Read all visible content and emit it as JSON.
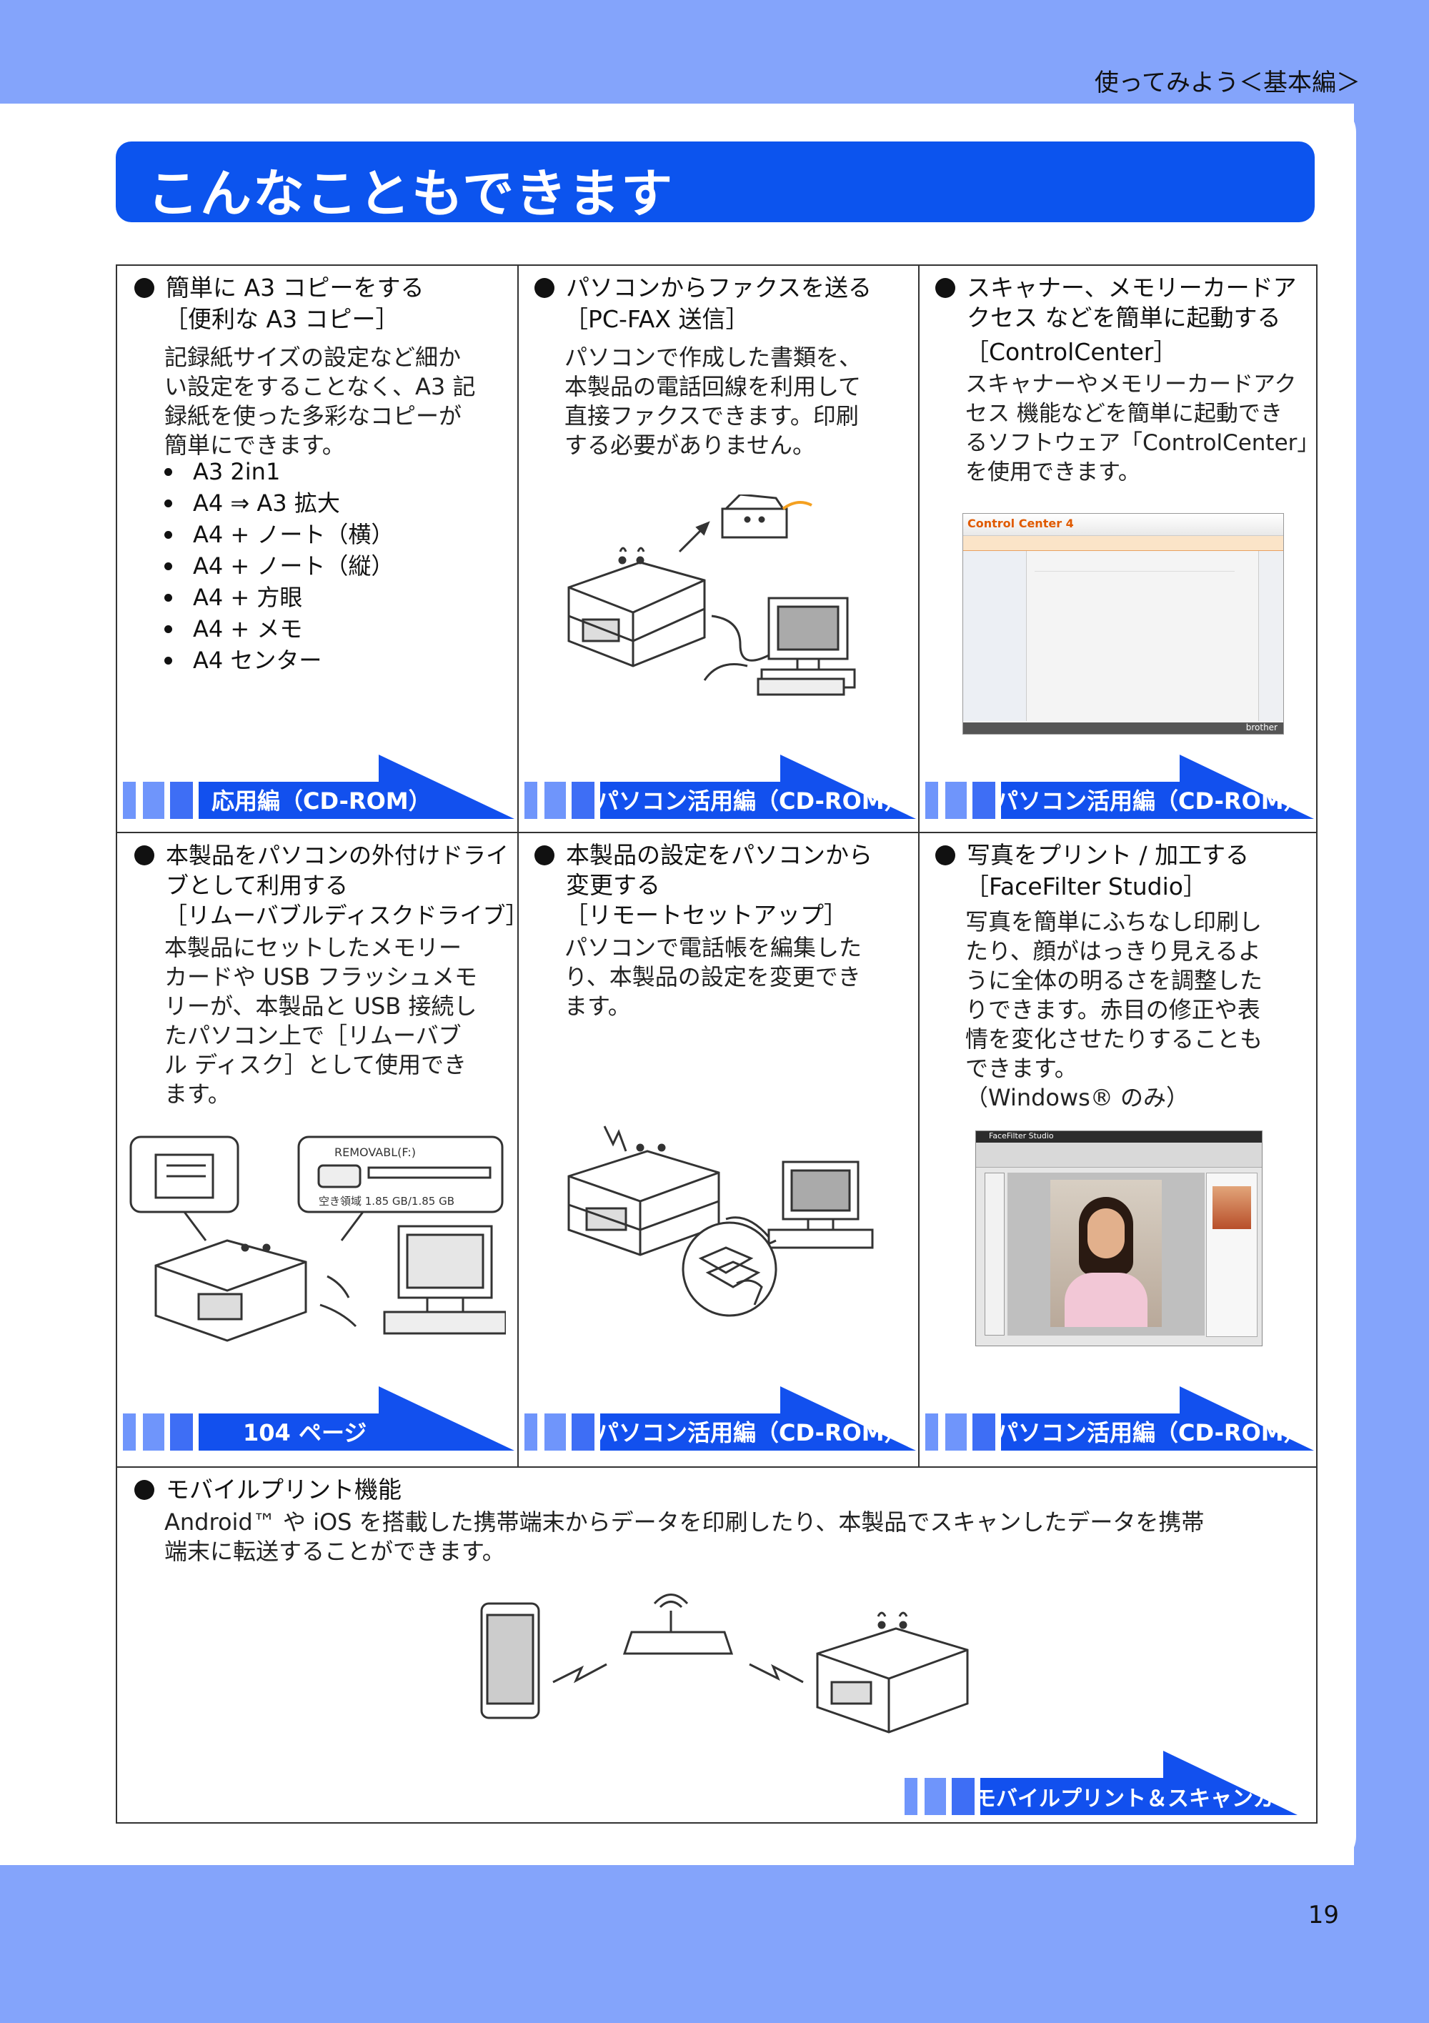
{
  "header": {
    "section": "使ってみよう＜基本編＞"
  },
  "title": "こんなこともできます",
  "page_number": "19",
  "cells": {
    "a3copy": {
      "title": "簡単に A3 コピーをする",
      "subtitle": "［便利な A3 コピー］",
      "body": [
        "記録紙サイズの設定など細か",
        "い設定をすることなく、A3 記",
        "録紙を使った多彩なコピーが",
        "簡単にできます。"
      ],
      "list": [
        "A3 2in1",
        "A4 ⇒ A3 拡大",
        "A4 + ノート（横）",
        "A4 + ノート（縦）",
        "A4 + 方眼",
        "A4 + メモ",
        "A4 センター"
      ],
      "ref": "応用編（CD-ROM）"
    },
    "pcfax": {
      "title": "パソコンからファクスを送る",
      "subtitle": "［PC-FAX 送信］",
      "body": [
        "パソコンで作成した書類を、",
        "本製品の電話回線を利用して",
        "直接ファクスできます。印刷",
        "する必要がありません。"
      ],
      "ref": "パソコン活用編（CD-ROM）"
    },
    "controlcenter": {
      "title": [
        "スキャナー、メモリーカードア",
        "クセス などを簡単に起動する"
      ],
      "subtitle": "［ControlCenter］",
      "body": [
        "スキャナーやメモリーカードアク",
        "セス 機能などを簡単に起動でき",
        "るソフトウェア「ControlCenter」",
        "を使用できます。"
      ],
      "screenshot": {
        "app_title": "Control Center 4",
        "brand": "brother"
      },
      "ref": "パソコン活用編（CD-ROM）"
    },
    "removable": {
      "title": [
        "本製品をパソコンの外付けドライ",
        "ブとして利用する"
      ],
      "subtitle": "［リムーバブルディスクドライブ］",
      "body": [
        "本製品にセットしたメモリー",
        "カードや USB フラッシュメモ",
        "リーが、本製品と USB 接続し",
        "たパソコン上で［リムーバブ",
        "ル ディスク］として使用でき",
        "ます。"
      ],
      "drive": {
        "name": "REMOVABL(F:)",
        "space": "空き領域 1.85 GB/1.85 GB"
      },
      "ref": "104 ページ"
    },
    "remotesetup": {
      "title": [
        "本製品の設定をパソコンから",
        "変更する"
      ],
      "subtitle": "［リモートセットアップ］",
      "body": [
        "パソコンで電話帳を編集した",
        "り、本製品の設定を変更でき",
        "ます。"
      ],
      "ref": "パソコン活用編（CD-ROM）"
    },
    "facefilter": {
      "title": "写真をプリント / 加工する",
      "subtitle": "［FaceFilter Studio］",
      "body": [
        "写真を簡単にふちなし印刷し",
        "たり、顔がはっきり見えるよ",
        "うに全体の明るさを調整した",
        "りできます。赤目の修正や表",
        "情を変化させたりすることも",
        "できます。"
      ],
      "note": "（Windows® のみ）",
      "screenshot": {
        "app_title": "FaceFilter Studio"
      },
      "ref": "パソコン活用編（CD-ROM）"
    },
    "mobile": {
      "title": "モバイルプリント機能",
      "body": [
        "Android™ や iOS を搭載した携帯端末からデータを印刷したり、本製品でスキャンしたデータを携帯",
        "端末に転送することができます。"
      ],
      "ref": "モバイルプリント＆スキャンガイド"
    }
  },
  "colors": {
    "title_bar": "#0c54ee",
    "page_bg": "#84a4fb",
    "ref_arrow": "#1250ee",
    "ref_square": "#6f95fb"
  }
}
